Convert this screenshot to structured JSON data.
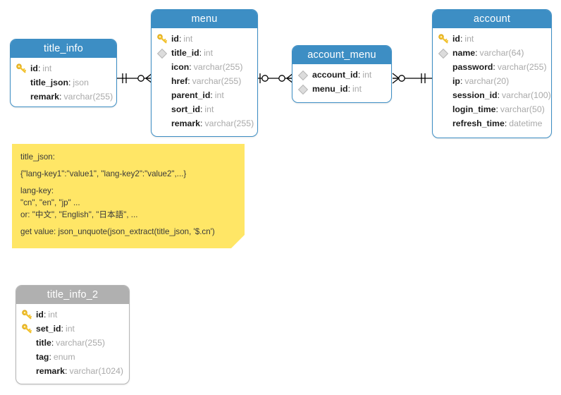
{
  "diagram": {
    "title": "database-er-diagram",
    "colors": {
      "entity_header_blue": "#3d8ec4",
      "entity_header_gray": "#b0b0b0",
      "entity_border_blue": "#3d8ec4",
      "note_yellow": "#ffe666",
      "field_type_gray": "#a9a9a9",
      "key_icon_gold": "#f2c230"
    }
  },
  "entities": [
    {
      "name": "title_info",
      "header_style": "blue",
      "fields": [
        {
          "marker": "key-icon",
          "name": "id",
          "type": "int"
        },
        {
          "marker": "none",
          "name": "title_json",
          "type": "json"
        },
        {
          "marker": "none",
          "name": "remark",
          "type": "varchar(255)"
        }
      ]
    },
    {
      "name": "menu",
      "header_style": "blue",
      "fields": [
        {
          "marker": "key-icon",
          "name": "id",
          "type": "int"
        },
        {
          "marker": "diamond-icon",
          "name": "title_id",
          "type": "int"
        },
        {
          "marker": "none",
          "name": "icon",
          "type": "varchar(255)"
        },
        {
          "marker": "none",
          "name": "href",
          "type": "varchar(255)"
        },
        {
          "marker": "none",
          "name": "parent_id",
          "type": "int"
        },
        {
          "marker": "none",
          "name": "sort_id",
          "type": "int"
        },
        {
          "marker": "none",
          "name": "remark",
          "type": "varchar(255)"
        }
      ]
    },
    {
      "name": "account_menu",
      "header_style": "blue",
      "fields": [
        {
          "marker": "diamond-icon",
          "name": "account_id",
          "type": "int"
        },
        {
          "marker": "diamond-icon",
          "name": "menu_id",
          "type": "int"
        }
      ]
    },
    {
      "name": "account",
      "header_style": "blue",
      "fields": [
        {
          "marker": "key-icon",
          "name": "id",
          "type": "int"
        },
        {
          "marker": "diamond-icon",
          "name": "name",
          "type": "varchar(64)"
        },
        {
          "marker": "none",
          "name": "password",
          "type": "varchar(255)"
        },
        {
          "marker": "none",
          "name": "ip",
          "type": "varchar(20)"
        },
        {
          "marker": "none",
          "name": "session_id",
          "type": "varchar(100)"
        },
        {
          "marker": "none",
          "name": "login_time",
          "type": "varchar(50)"
        },
        {
          "marker": "none",
          "name": "refresh_time",
          "type": "datetime"
        }
      ]
    },
    {
      "name": "title_info_2",
      "header_style": "gray",
      "fields": [
        {
          "marker": "key-icon",
          "name": "id",
          "type": "int"
        },
        {
          "marker": "key-icon",
          "name": "set_id",
          "type": "int"
        },
        {
          "marker": "none",
          "name": "title",
          "type": "varchar(255)"
        },
        {
          "marker": "none",
          "name": "tag",
          "type": "enum"
        },
        {
          "marker": "none",
          "name": "remark",
          "type": "varchar(1024)"
        }
      ]
    }
  ],
  "relationships": [
    {
      "from": "title_info",
      "to": "menu",
      "from_cardinality": "exactly-one",
      "to_cardinality": "zero-or-many"
    },
    {
      "from": "menu",
      "to": "account_menu",
      "from_cardinality": "zero-or-one",
      "to_cardinality": "zero-or-many"
    },
    {
      "from": "account_menu",
      "to": "account",
      "from_cardinality": "zero-or-many",
      "to_cardinality": "exactly-one"
    }
  ],
  "note": {
    "lines": [
      {
        "text": "title_json:",
        "tight": false
      },
      {
        "text": "{\"lang-key1\":\"value1\", \"lang-key2\":\"value2\",...}",
        "tight": false
      },
      {
        "text": "lang-key:",
        "tight": true
      },
      {
        "text": "\"cn\", \"en\", \"jp\" ...",
        "tight": true
      },
      {
        "text": "or: \"中文\", \"English\", \"日本語\", ...",
        "tight": false
      },
      {
        "text": "get value: json_unquote(json_extract(title_json, '$.cn')",
        "tight": false
      }
    ]
  }
}
